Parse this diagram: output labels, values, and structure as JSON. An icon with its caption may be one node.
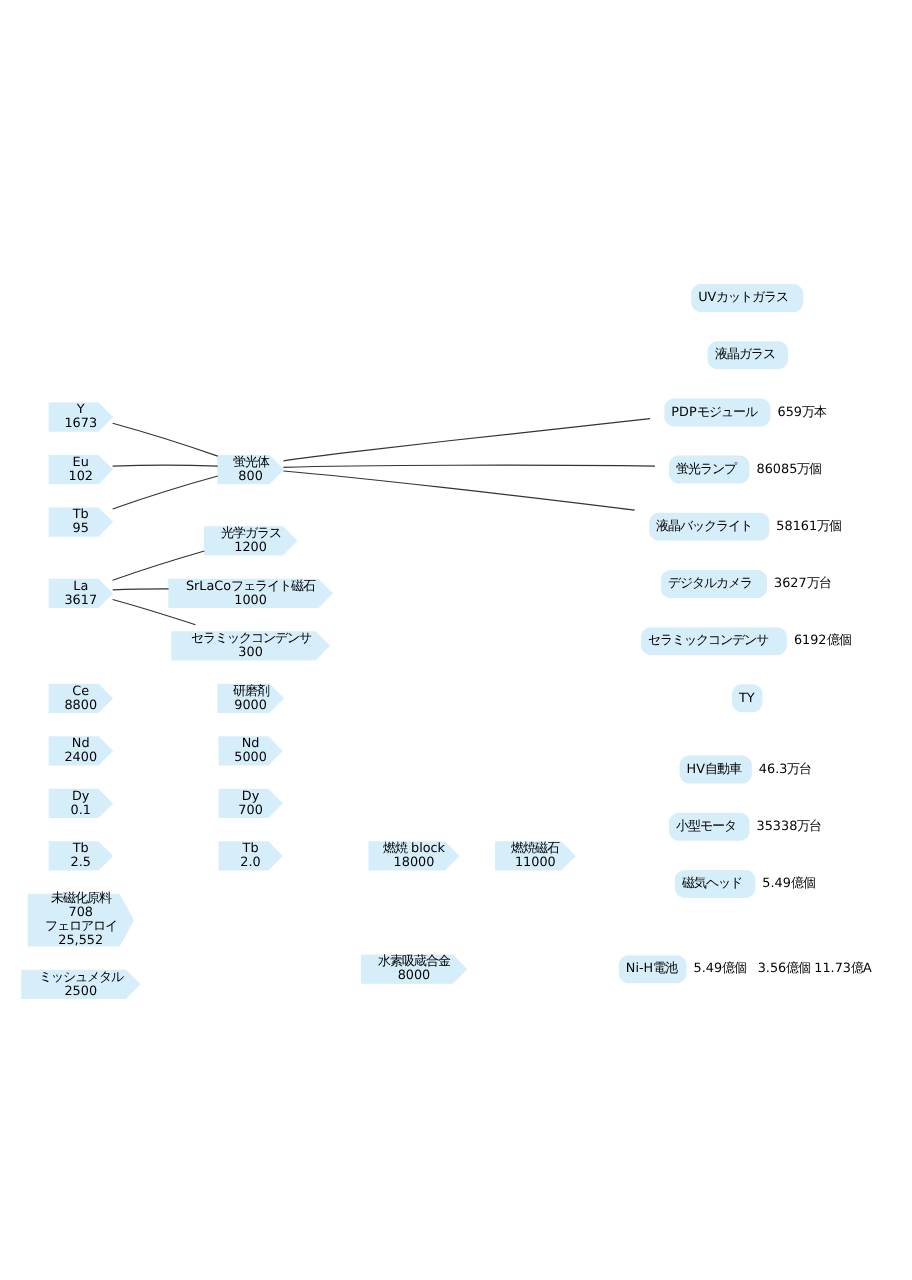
{
  "diagram": {
    "nodes": [
      {
        "text": [
          "Y",
          "1673"
        ]
      },
      {
        "text": [
          "Eu",
          "102"
        ]
      },
      {
        "text": [
          "Tb",
          "95"
        ]
      },
      {
        "text": [
          "蛍光体",
          "800"
        ]
      },
      {
        "text": [
          "PDPモジュール"
        ],
        "beside": [
          "659万本"
        ]
      },
      {
        "text": [
          "蛍光ランプ"
        ],
        "beside": [
          "86085万個"
        ]
      },
      {
        "text": [
          "液晶バックライト"
        ],
        "beside": [
          "58161万個"
        ]
      },
      {
        "text": [
          "デジタルカメラ"
        ],
        "beside": [
          "3627万台"
        ]
      },
      {
        "text": [
          "La",
          "3617"
        ]
      },
      {
        "text": [
          "光学ガラス",
          "1200"
        ]
      },
      {
        "text": [
          "SrLaCoフェライト磁石",
          "1000"
        ]
      },
      {
        "text": [
          "セラミックコンデンサ",
          "300"
        ]
      },
      {
        "text": [
          "セラミックコンデンサ"
        ],
        "beside": [
          "6192億個"
        ]
      },
      {
        "text": [
          "Ce",
          "8800"
        ]
      },
      {
        "text": [
          "研磨剤",
          "9000"
        ]
      },
      {
        "text": [
          "TY"
        ]
      },
      {
        "text": [
          "液晶ガラス"
        ]
      },
      {
        "text": [
          "UVカットガラス"
        ]
      },
      {
        "text": [
          "Nd",
          "2400"
        ]
      },
      {
        "text": [
          "Dy",
          "0.1"
        ]
      },
      {
        "text": [
          "Tb",
          "2.5"
        ]
      },
      {
        "text": [
          "Nd",
          "5000"
        ]
      },
      {
        "text": [
          "Dy",
          "700"
        ]
      },
      {
        "text": [
          "Tb",
          "2.0"
        ]
      },
      {
        "text": [
          "未磁化原料",
          "708",
          "フェロアロイ",
          "25,552"
        ]
      },
      {
        "text": [
          "燃焼 block",
          "18000"
        ]
      },
      {
        "text": [
          "燃焼磁石",
          "11000"
        ]
      },
      {
        "text": [
          "HV自動車"
        ],
        "beside": [
          "46.3万台"
        ]
      },
      {
        "text": [
          "小型モータ"
        ],
        "beside": [
          "35338万台"
        ]
      },
      {
        "text": [
          "磁気ヘッド"
        ],
        "beside": [
          "5.49億個"
        ]
      },
      {
        "text": [
          "ミッシュメタル",
          "2500"
        ]
      },
      {
        "text": [
          "水素吸蔵合金",
          "8000"
        ]
      },
      {
        "text": [
          "Ni-H電池"
        ],
        "beside": [
          "5.49億個",
          "3.56億個 11.73億A"
        ]
      }
    ],
    "edges": [
      {
        "from": 0,
        "to": 3,
        "arrow": "none"
      },
      {
        "from": 1,
        "to": 3,
        "arrow": "none"
      },
      {
        "from": 2,
        "to": 3,
        "arrow": "none"
      },
      {
        "from": 3,
        "to": 4,
        "arrow": "none"
      },
      {
        "from": 3,
        "to": 5,
        "arrow": "none"
      },
      {
        "from": 3,
        "to": 6,
        "arrow": "none"
      },
      {
        "from": 8,
        "to": 9,
        "arrow": "none"
      },
      {
        "from": 8,
        "to": 10,
        "arrow": "none"
      },
      {
        "from": 8,
        "to": 11,
        "arrow": "none"
      }
    ]
  }
}
